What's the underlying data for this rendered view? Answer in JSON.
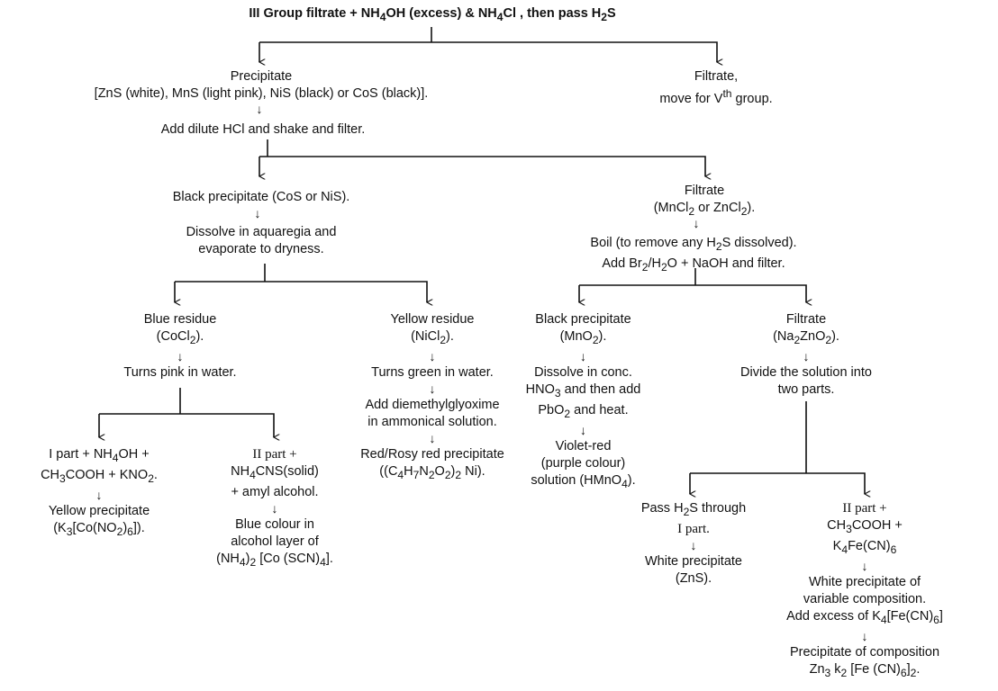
{
  "colors": {
    "line": "#111111",
    "text": "#111111",
    "background": "#ffffff"
  },
  "arrow_glyph": "↓",
  "clipped_top_text": "",
  "header": "III Group filtrate + NH<sub>4</sub>OH (excess) & NH<sub>4</sub>Cl , then pass  H<sub>2</sub>S",
  "precipitate1": {
    "l1": "Precipitate",
    "l2": "[ZnS (white), MnS (light pink), NiS (black) or CoS (black)].",
    "l3": "Add dilute HCl and shake and filter."
  },
  "filtrate_v": {
    "l1": "Filtrate,",
    "l2": "move for V<sup>th</sup> group."
  },
  "black_ppt": {
    "l1": "Black precipitate (CoS or NiS).",
    "l2": "Dissolve in aquaregia and",
    "l3": "evaporate to dryness."
  },
  "filtrate_mn": {
    "l1": "Filtrate",
    "l2": "(MnCl<sub>2</sub> or ZnCl<sub>2</sub>).",
    "l3": "Boil (to remove any H<sub>2</sub>S dissolved).",
    "l4": "Add Br<sub>2</sub>/H<sub>2</sub>O + NaOH and filter."
  },
  "blue_residue": {
    "l1": "Blue residue",
    "l2": "(CoCl<sub>2</sub>).",
    "l3": "Turns pink in water."
  },
  "yellow_residue": {
    "l1": "Yellow residue",
    "l2": "(NiCl<sub>2</sub>).",
    "l3": "Turns green in water.",
    "l4": "Add diemethylglyoxime",
    "l5": "in ammonical solution.",
    "l6": "Red/Rosy red precipitate",
    "l7": "((C<sub>4</sub>H<sub>7</sub>N<sub>2</sub>O<sub>2</sub>)<sub>2</sub> Ni)."
  },
  "black_mno2": {
    "l1": "Black precipitate",
    "l2": "(MnO<sub>2</sub>).",
    "l3": "Dissolve in conc.",
    "l4": "HNO<sub>3</sub> and then add",
    "l5": "PbO<sub>2</sub> and heat.",
    "l6": "Violet-red",
    "l7": "(purple colour)",
    "l8": "solution (HMnO<sub>4</sub>)."
  },
  "filtrate_zn": {
    "l1": "Filtrate",
    "l2": "(Na<sub>2</sub>ZnO<sub>2</sub>).",
    "l3": "Divide the solution into",
    "l4": "two parts."
  },
  "co_part1": {
    "l1": "I part + NH<sub>4</sub>OH +",
    "l2": "CH<sub>3</sub>COOH + KNO<sub>2</sub>.",
    "l3": "Yellow precipitate",
    "l4": "(K<sub>3</sub>[Co(NO<sub>2</sub>)<sub>6</sub>])."
  },
  "co_part2": {
    "l1": "II part +",
    "l2": "NH<sub>4</sub>CNS(solid)",
    "l3": "+ amyl alcohol.",
    "l4": "Blue colour in",
    "l5": "alcohol layer of",
    "l6": "(NH<sub>4</sub>)<sub>2</sub> [Co (SCN)<sub>4</sub>]."
  },
  "zn_part1": {
    "l1": "Pass H<sub>2</sub>S through",
    "l2": "I part.",
    "l3": "White precipitate",
    "l4": "(ZnS)."
  },
  "zn_part2": {
    "l1": "II part +",
    "l2": "CH<sub>3</sub>COOH +",
    "l3": "K<sub>4</sub>Fe(CN)<sub>6</sub>",
    "l4": "White precipitate of",
    "l5": "variable composition.",
    "l6": "Add excess of K<sub>4</sub>[Fe(CN)<sub>6</sub>]",
    "l7": "Precipitate of composition",
    "l8": "Zn<sub>3</sub> k<sub>2</sub> [Fe (CN)<sub>6</sub>]<sub>2</sub>."
  }
}
